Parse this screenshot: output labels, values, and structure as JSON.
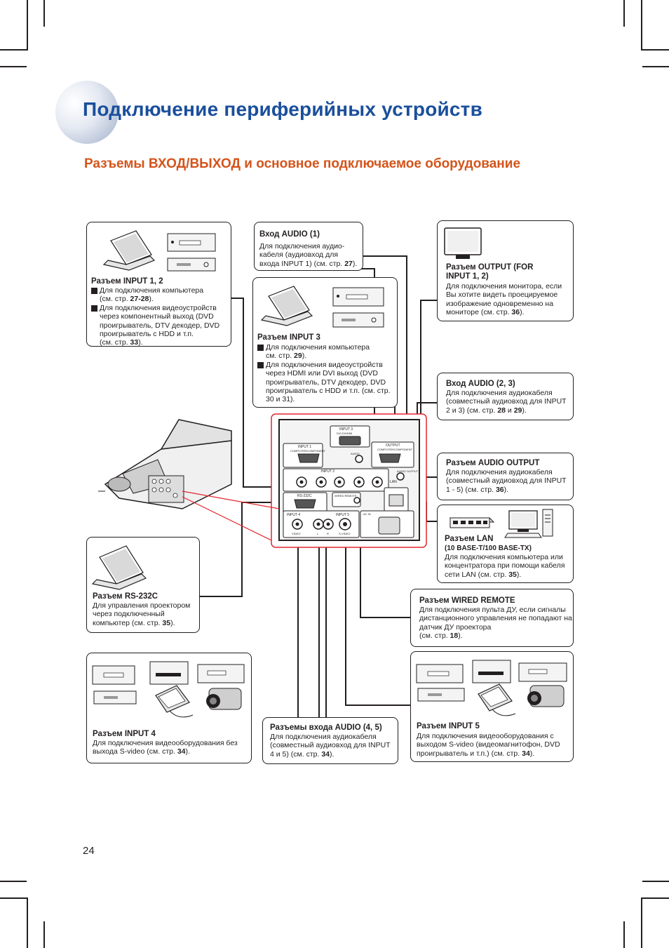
{
  "page": {
    "title": "Подключение периферийных устройств",
    "subtitle": "Разъемы ВХОД/ВЫХОД и основное подключаемое оборудование",
    "page_number": "24"
  },
  "colors": {
    "title": "#1a4f9c",
    "subtitle": "#d4541b",
    "highlight": "#e3262f"
  },
  "boxes": {
    "input12": {
      "heading": "Разъем INPUT 1, 2",
      "b1a": "Для подключения компьютера",
      "b1b": "(см. стр. ",
      "b1n": "27-28",
      "b1c": ").",
      "b2a": "Для подключения видеоустройств через компонентный выход (DVD проигрыватель, DTV декодер, DVD проигрыватель с HDD и т.п.",
      "b2b": "(см. стр. ",
      "b2n": "33",
      "b2c": ")."
    },
    "audio1": {
      "heading": "Вход AUDIO (1)",
      "text": "Для подключения аудио-кабеля (аудиовход для входа INPUT 1) (см. стр. ",
      "num": "27",
      "tail": ")."
    },
    "output": {
      "heading": "Разъем OUTPUT (FOR INPUT 1, 2)",
      "text": "Для подключения монитора, если Вы хотите видеть проецируемое изображение одновременно на мониторе (см. стр. ",
      "num": "36",
      "tail": ")."
    },
    "input3": {
      "heading": "Разъем INPUT 3",
      "b1a": "Для подключения компьютера",
      "b1b": "см. стр. ",
      "b1n": "29",
      "b1c": ").",
      "b2": "Для подключения видеоустройств через HDMI или DVI выход (DVD проигрыватель, DTV декодер, DVD проигрыватель с HDD и т.п. (см. стр. 30 и 31)."
    },
    "audio23": {
      "heading": "Вход AUDIO (2, 3)",
      "text": "Для подключения аудиокабеля (совместный аудиовход для INPUT 2 и 3) (см. стр. ",
      "num1": "28",
      "mid": " и ",
      "num2": "29",
      "tail": ")."
    },
    "audioout": {
      "heading": "Разъем AUDIO OUTPUT",
      "text": "Для подключения аудиокабеля (совместный аудиовход для INPUT 1 - 5) (см. стр. ",
      "num": "36",
      "tail": ")."
    },
    "lan": {
      "heading": "Разъем LAN",
      "subheading": "(10 BASE-T/100 BASE-TX)",
      "text": "Для подключения компьютера или концентратора при помощи кабеля сети LAN (см. стр. ",
      "num": "35",
      "tail": ")."
    },
    "rs232": {
      "heading": "Разъем RS-232C",
      "text": "Для управления проектором через подключенный компьютер (см. стр. ",
      "num": "35",
      "tail": ")."
    },
    "wired": {
      "heading": "Разъем WIRED REMOTE",
      "text": "Для подключения пульта ДУ, если сигналы дистанционного управления не попадают на датчик ДУ проектора",
      "text2": "(см. стр. ",
      "num": "18",
      "tail": ")."
    },
    "input4": {
      "heading": "Разъем INPUT 4",
      "text": "Для подключения видеооборудования без выхода S-video (см. стр. ",
      "num": "34",
      "tail": ")."
    },
    "audio45": {
      "heading": "Разъемы входа AUDIO (4, 5)",
      "text": "Для подключения аудиокабеля (совместный аудиовход для INPUT 4 и 5) (см. стр. ",
      "num": "34",
      "tail": ")."
    },
    "input5": {
      "heading": "Разъем INPUT 5",
      "text": "Для подключения видеооборудования с выходом S-video (видеомагнитофон, DVD проигрыватель и т.п.) (см. стр. ",
      "num": "34",
      "tail": ")."
    }
  },
  "panel": {
    "input1": "INPUT 1",
    "input1_sub": "COMPUTER/COMPONENT",
    "input2": "INPUT 2",
    "input3": "INPUT 3",
    "input3_sub": "DVI-D/HDMI",
    "output": "OUTPUT",
    "output_sub": "COMPUTER/COMPONENT",
    "rs232": "RS-232C",
    "wired": "WIRED REMOTE",
    "input4": "INPUT 4",
    "input5": "INPUT 5",
    "audio": "AUDIO",
    "lan": "LAN",
    "audio_output": "AUDIO OUTPUT",
    "ac": "AC IN",
    "video": "VIDEO",
    "svideo": "S-VIDEO",
    "l": "L",
    "r": "R"
  },
  "icons": [
    "laptop-icon",
    "dvd-player-icon",
    "dtv-decoder-icon",
    "monitor-icon",
    "network-hub-icon",
    "desktop-computer-icon",
    "vcr-icon",
    "camcorder-icon",
    "portable-dvd-icon",
    "projector-icon"
  ]
}
